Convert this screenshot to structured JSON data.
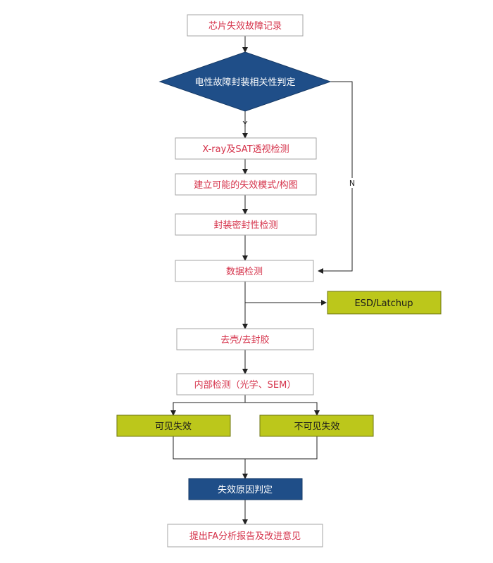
{
  "colors": {
    "box_fill": "#ffffff",
    "box_stroke": "#a6a6a6",
    "box_text": "#d5324a",
    "yellow_fill": "#bcc71b",
    "yellow_stroke": "#6e7410",
    "dark_blue_fill": "#1f4e88",
    "dark_blue_stroke": "#163a66",
    "white_text": "#ffffff",
    "black_text": "#1a1a1a",
    "line": "#222222"
  },
  "nodes": {
    "chip_record": "芯片失效故障记录",
    "electrical_judge": "电性故障封装相关性判定",
    "xray_sat": "X-ray及SAT透视检测",
    "failure_mode": "建立可能的失效模式/构图",
    "seal_test": "封装密封性检测",
    "data_test": "数据检测",
    "esd_latchup": "ESD/Latchup",
    "decap": "去壳/去封胶",
    "internal_test": "内部检测（光学、SEM）",
    "visible_failure": "可见失效",
    "invisible_failure": "不可见失效",
    "root_cause": "失效原因判定",
    "fa_report": "提出FA分析报告及改进意见"
  },
  "edge_labels": {
    "yes": "Y",
    "no": "N"
  }
}
